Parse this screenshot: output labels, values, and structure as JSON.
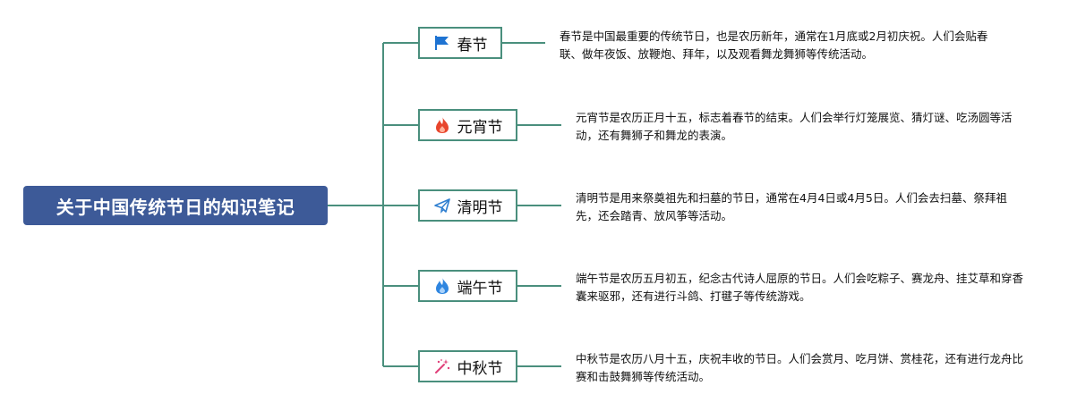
{
  "root": {
    "title": "关于中国传统节日的知识笔记"
  },
  "branches": [
    {
      "label": "春节",
      "icon": "flag-icon",
      "icon_color": "#1e73d2",
      "desc": "春节是中国最重要的传统节日，也是农历新年，通常在1月底或2月初庆祝。人们会贴春联、做年夜饭、放鞭炮、拜年，以及观看舞龙舞狮等传统活动。"
    },
    {
      "label": "元宵节",
      "icon": "fire-icon",
      "icon_color": "#e8452c",
      "desc": "元宵节是农历正月十五，标志着春节的结束。人们会举行灯笼展览、猜灯谜、吃汤圆等活动，还有舞狮子和舞龙的表演。"
    },
    {
      "label": "清明节",
      "icon": "paper-plane-icon",
      "icon_color": "#2f7fd0",
      "desc": "清明节是用来祭奠祖先和扫墓的节日，通常在4月4日或4月5日。人们会去扫墓、祭拜祖先，还会踏青、放风筝等活动。"
    },
    {
      "label": "端午节",
      "icon": "flame-icon",
      "icon_color": "#2f86e0",
      "desc": "端午节是农历五月初五，纪念古代诗人屈原的节日。人们会吃粽子、赛龙舟、挂艾草和穿香囊来驱邪，还有进行斗鸽、打毽子等传统游戏。"
    },
    {
      "label": "中秋节",
      "icon": "magic-wand-icon",
      "icon_color": "#e0407a",
      "desc": "中秋节是农历八月十五，庆祝丰收的节日。人们会赏月、吃月饼、赏桂花，还有进行龙舟比赛和击鼓舞狮等传统活动。"
    }
  ],
  "colors": {
    "root_fill": "#3d5a98",
    "connector": "#4a8f7d"
  }
}
